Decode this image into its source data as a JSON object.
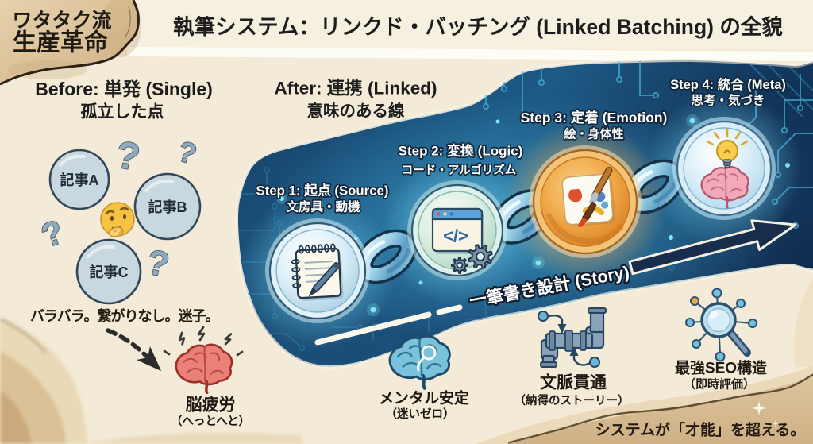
{
  "brand_badge": {
    "line1": "ワタタク流",
    "line2": "生産革命"
  },
  "title": "執筆システム：リンクド・バッチング (Linked Batching) の全貌",
  "before_section": {
    "heading": "Before: 単発 (Single)",
    "subheading": "孤立した点",
    "articles": [
      {
        "label": "記事A"
      },
      {
        "label": "記事B"
      },
      {
        "label": "記事C"
      }
    ],
    "question_mark": "?",
    "scatter_note": "バラバラ。繋がりなし。迷子。",
    "fatigue_label": "脳疲労",
    "fatigue_sublabel": "（へっとへと）"
  },
  "after_section": {
    "heading": "After: 連携 (Linked)",
    "subheading": "意味のある線"
  },
  "steps": [
    {
      "title": "Step 1: 起点 (Source)",
      "subtitle": "文房具・動機",
      "icon": "notebook-pen-icon"
    },
    {
      "title": "Step 2: 変換 (Logic)",
      "subtitle": "コード・アルゴリズム",
      "icon": "code-window-gears-icon",
      "code_glyph": "</>"
    },
    {
      "title": "Step 3: 定着 (Emotion)",
      "subtitle": "絵・身体性",
      "icon": "paintbrush-palette-icon"
    },
    {
      "title": "Step 4: 統合 (Meta)",
      "subtitle": "思考・気づき",
      "icon": "brain-lightbulb-icon"
    }
  ],
  "story_arrow_label": "一筆書き設計 (Story)",
  "benefits": [
    {
      "title": "メンタル安定",
      "subtitle": "（迷いゼロ）",
      "icon": "calm-brain-icon"
    },
    {
      "title": "文脈貫通",
      "subtitle": "（納得のストーリー）",
      "icon": "pipeline-icon"
    },
    {
      "title": "最強SEO構造",
      "subtitle": "（即時評価）",
      "icon": "seo-magnifier-network-icon"
    }
  ],
  "slogan": "システムが「才能」を超える。",
  "colors": {
    "background": "#f3ebd7",
    "panel_navy": "#16395e",
    "accent_cyan": "#49b6dc",
    "tan": "#d9bf98",
    "chain_blue": "#8fc8e0",
    "step3_orange": "#e8963e",
    "ink": "#1d1812"
  }
}
